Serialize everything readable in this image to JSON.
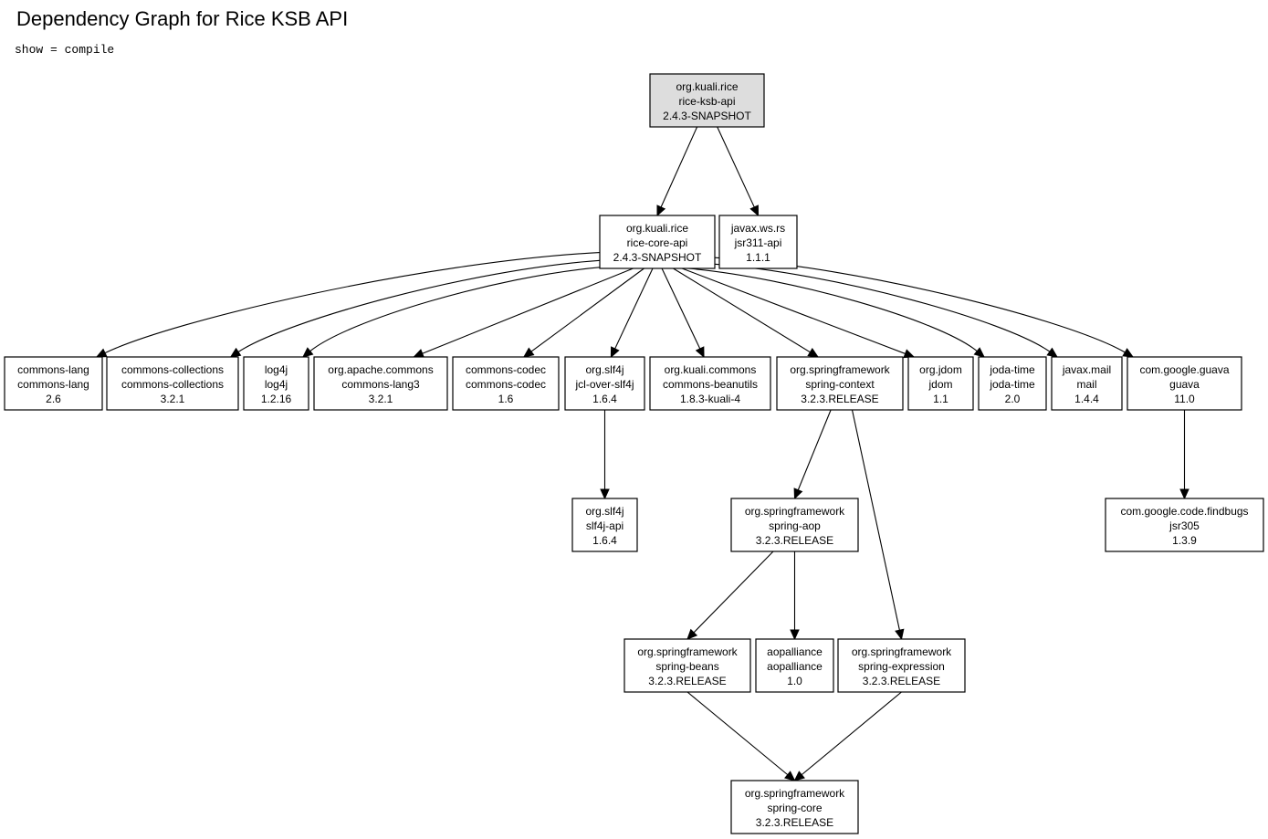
{
  "title": "Dependency Graph for Rice KSB API",
  "filter": "show = compile",
  "nodes": [
    {
      "id": "rice-ksb-api",
      "group": "org.kuali.rice",
      "artifact": "rice-ksb-api",
      "version": "2.4.3-SNAPSHOT",
      "root": true
    },
    {
      "id": "rice-core-api",
      "group": "org.kuali.rice",
      "artifact": "rice-core-api",
      "version": "2.4.3-SNAPSHOT"
    },
    {
      "id": "jsr311-api",
      "group": "javax.ws.rs",
      "artifact": "jsr311-api",
      "version": "1.1.1"
    },
    {
      "id": "commons-lang",
      "group": "commons-lang",
      "artifact": "commons-lang",
      "version": "2.6"
    },
    {
      "id": "commons-collections",
      "group": "commons-collections",
      "artifact": "commons-collections",
      "version": "3.2.1"
    },
    {
      "id": "log4j",
      "group": "log4j",
      "artifact": "log4j",
      "version": "1.2.16"
    },
    {
      "id": "commons-lang3",
      "group": "org.apache.commons",
      "artifact": "commons-lang3",
      "version": "3.2.1"
    },
    {
      "id": "commons-codec",
      "group": "commons-codec",
      "artifact": "commons-codec",
      "version": "1.6"
    },
    {
      "id": "jcl-over-slf4j",
      "group": "org.slf4j",
      "artifact": "jcl-over-slf4j",
      "version": "1.6.4"
    },
    {
      "id": "commons-beanutils",
      "group": "org.kuali.commons",
      "artifact": "commons-beanutils",
      "version": "1.8.3-kuali-4"
    },
    {
      "id": "spring-context",
      "group": "org.springframework",
      "artifact": "spring-context",
      "version": "3.2.3.RELEASE"
    },
    {
      "id": "jdom",
      "group": "org.jdom",
      "artifact": "jdom",
      "version": "1.1"
    },
    {
      "id": "joda-time",
      "group": "joda-time",
      "artifact": "joda-time",
      "version": "2.0"
    },
    {
      "id": "mail",
      "group": "javax.mail",
      "artifact": "mail",
      "version": "1.4.4"
    },
    {
      "id": "guava",
      "group": "com.google.guava",
      "artifact": "guava",
      "version": "11.0"
    },
    {
      "id": "slf4j-api",
      "group": "org.slf4j",
      "artifact": "slf4j-api",
      "version": "1.6.4"
    },
    {
      "id": "spring-aop",
      "group": "org.springframework",
      "artifact": "spring-aop",
      "version": "3.2.3.RELEASE"
    },
    {
      "id": "jsr305",
      "group": "com.google.code.findbugs",
      "artifact": "jsr305",
      "version": "1.3.9"
    },
    {
      "id": "spring-beans",
      "group": "org.springframework",
      "artifact": "spring-beans",
      "version": "3.2.3.RELEASE"
    },
    {
      "id": "aopalliance",
      "group": "aopalliance",
      "artifact": "aopalliance",
      "version": "1.0"
    },
    {
      "id": "spring-expression",
      "group": "org.springframework",
      "artifact": "spring-expression",
      "version": "3.2.3.RELEASE"
    },
    {
      "id": "spring-core",
      "group": "org.springframework",
      "artifact": "spring-core",
      "version": "3.2.3.RELEASE"
    }
  ],
  "edges": [
    {
      "from": "rice-ksb-api",
      "to": "rice-core-api"
    },
    {
      "from": "rice-ksb-api",
      "to": "jsr311-api"
    },
    {
      "from": "rice-core-api",
      "to": "commons-lang"
    },
    {
      "from": "rice-core-api",
      "to": "commons-collections"
    },
    {
      "from": "rice-core-api",
      "to": "log4j"
    },
    {
      "from": "rice-core-api",
      "to": "commons-lang3"
    },
    {
      "from": "rice-core-api",
      "to": "commons-codec"
    },
    {
      "from": "rice-core-api",
      "to": "jcl-over-slf4j"
    },
    {
      "from": "rice-core-api",
      "to": "commons-beanutils"
    },
    {
      "from": "rice-core-api",
      "to": "spring-context"
    },
    {
      "from": "rice-core-api",
      "to": "jdom"
    },
    {
      "from": "rice-core-api",
      "to": "joda-time"
    },
    {
      "from": "rice-core-api",
      "to": "mail"
    },
    {
      "from": "rice-core-api",
      "to": "guava"
    },
    {
      "from": "jcl-over-slf4j",
      "to": "slf4j-api"
    },
    {
      "from": "spring-context",
      "to": "spring-aop"
    },
    {
      "from": "spring-context",
      "to": "spring-expression"
    },
    {
      "from": "guava",
      "to": "jsr305"
    },
    {
      "from": "spring-aop",
      "to": "spring-beans"
    },
    {
      "from": "spring-aop",
      "to": "aopalliance"
    },
    {
      "from": "spring-beans",
      "to": "spring-core"
    },
    {
      "from": "spring-expression",
      "to": "spring-core"
    }
  ]
}
